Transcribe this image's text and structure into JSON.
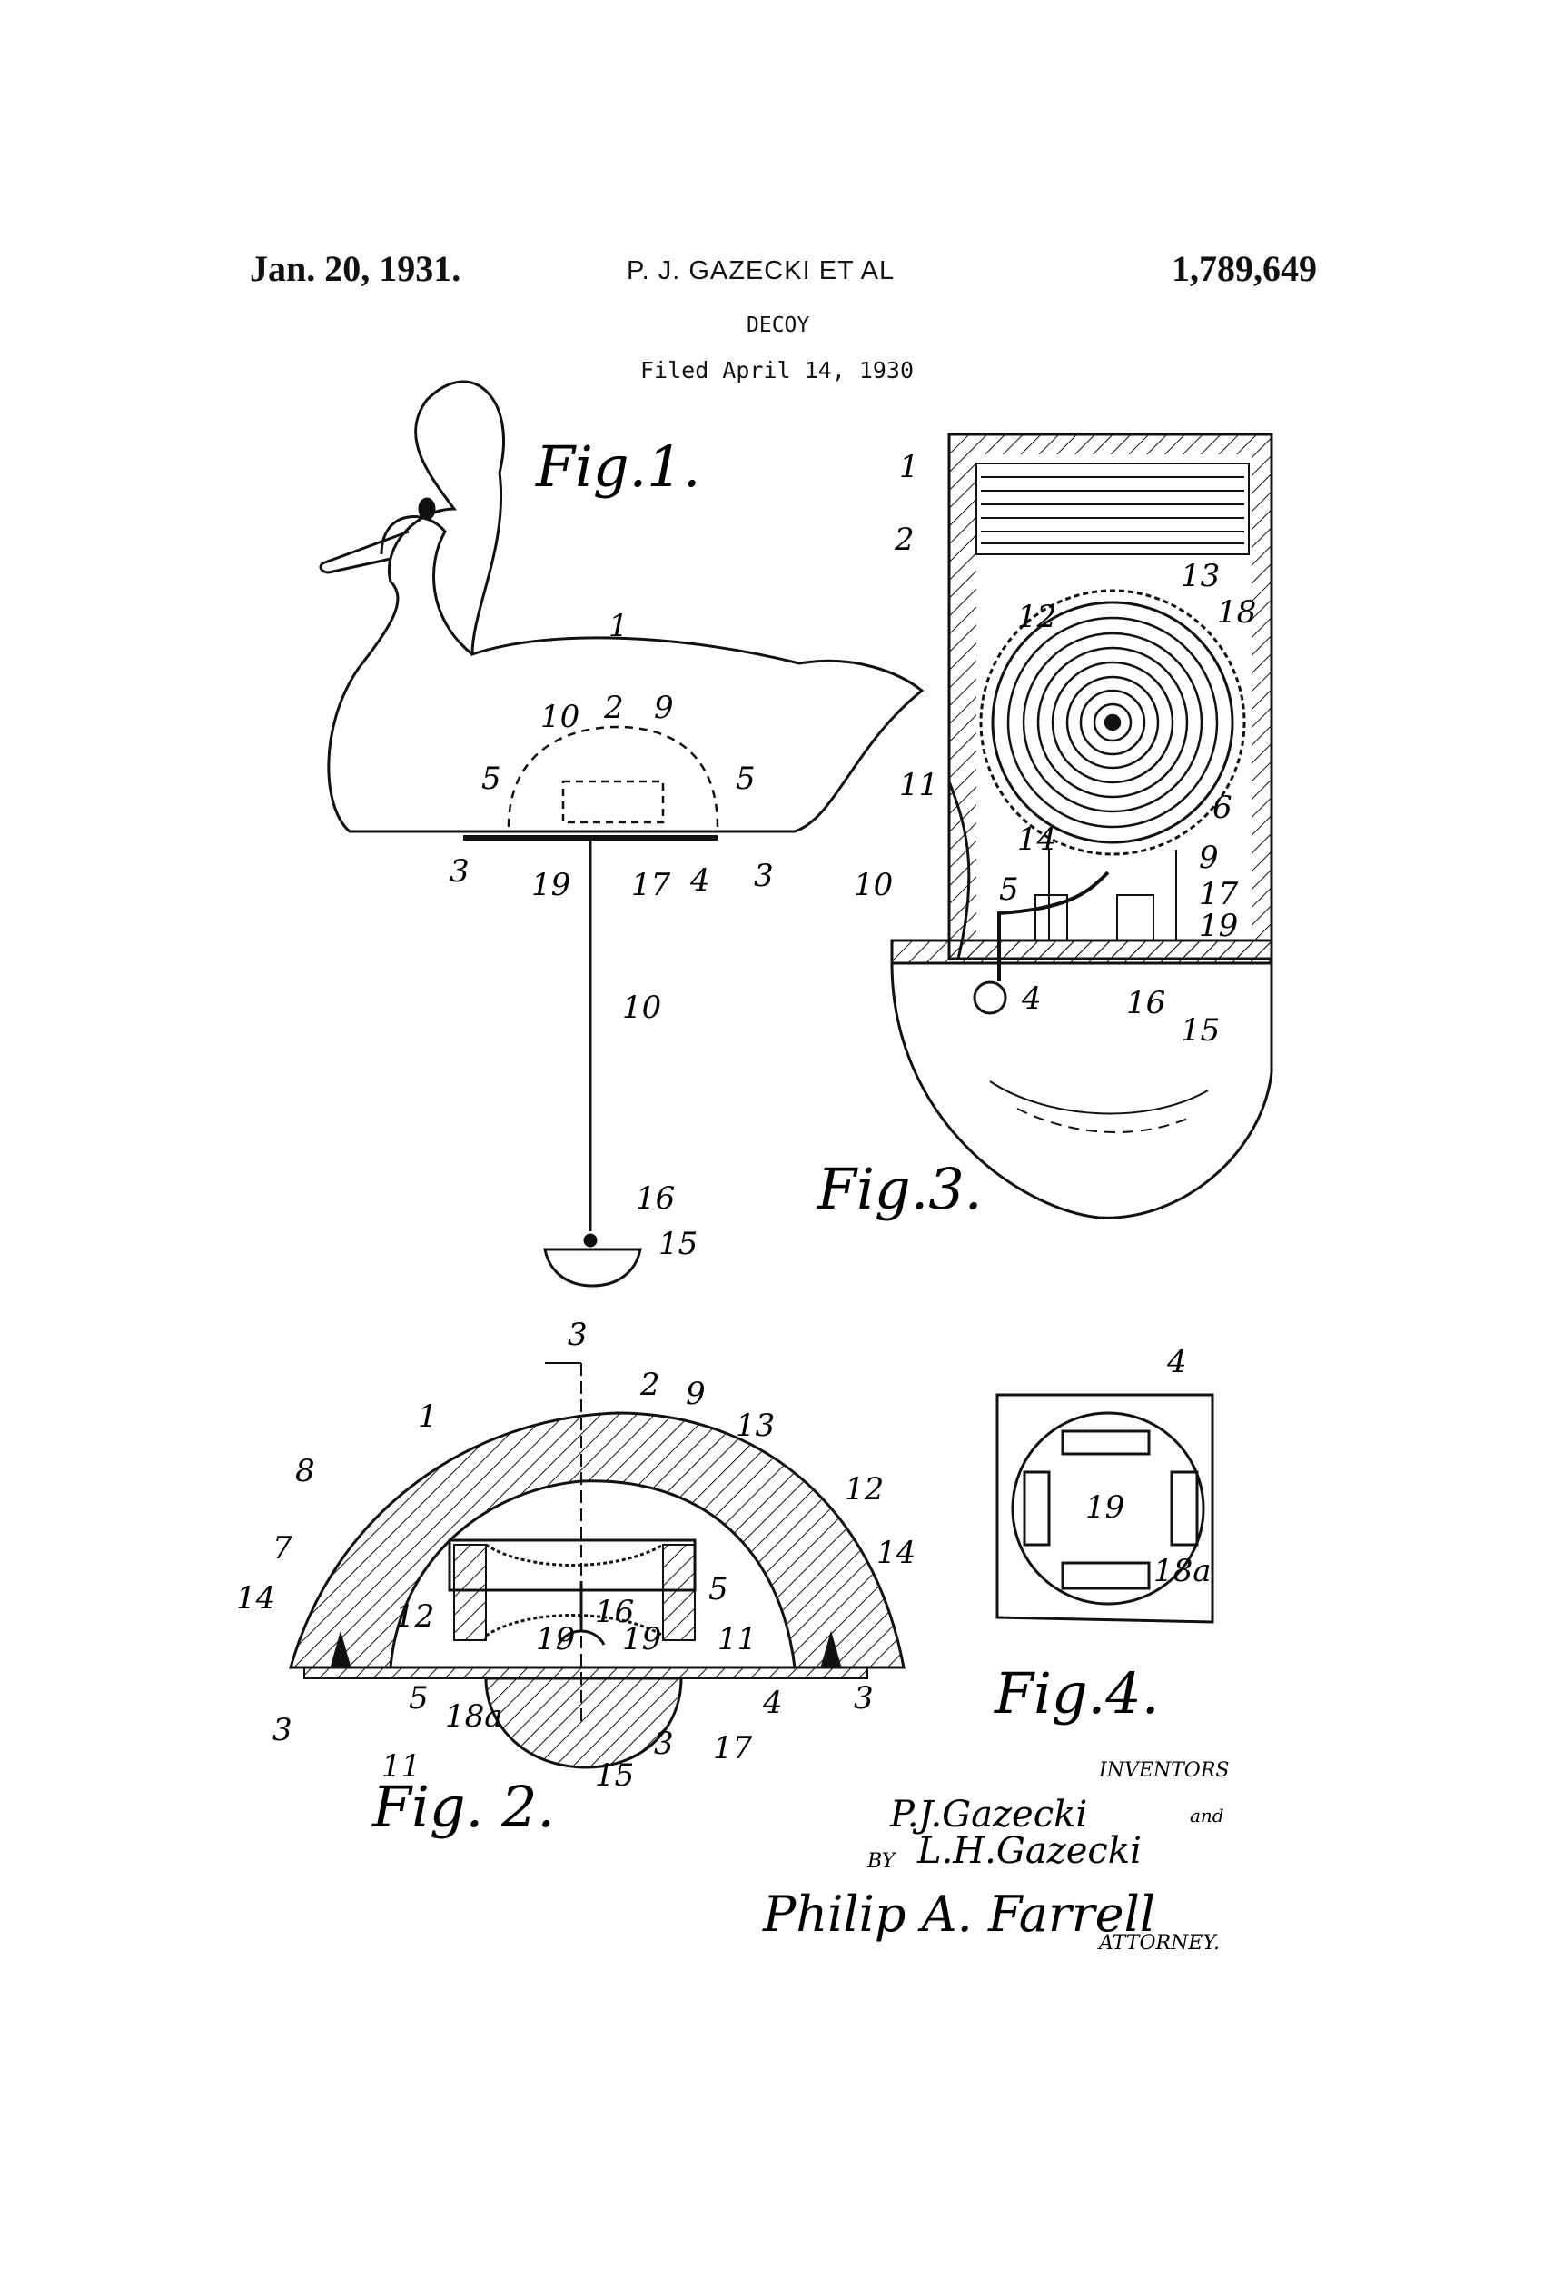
{
  "header": {
    "date": "Jan. 20, 1931.",
    "inventors": "P. J. GAZECKI ET AL",
    "patent_number": "1,789,649",
    "subject": "DECOY",
    "filed": "Filed April 14, 1930"
  },
  "figures": {
    "fig1": "Fig.1.",
    "fig2": "Fig. 2.",
    "fig3": "Fig.3.",
    "fig4": "Fig.4."
  },
  "signatures": {
    "inventors_label": "INVENTORS",
    "inventor1": "P.J.Gazecki",
    "and": "and",
    "by": "BY",
    "inventor2": "L.H.Gazecki",
    "attorney_sig": "Philip A. Farrell",
    "attorney_label": "ATTORNEY."
  },
  "labels": {
    "n1": "1",
    "n2": "2",
    "n3": "3",
    "n4": "4",
    "n5": "5",
    "n6": "6",
    "n7": "7",
    "n8": "8",
    "n9": "9",
    "n10": "10",
    "n11": "11",
    "n12": "12",
    "n13": "13",
    "n14": "14",
    "n15": "15",
    "n16": "16",
    "n17": "17",
    "n18": "18",
    "n18a": "18a",
    "n19": "19"
  }
}
